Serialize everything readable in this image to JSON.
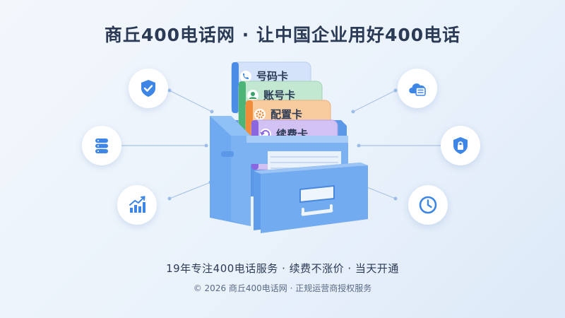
{
  "title": "商丘400电话网 · 让中国企业用好400电话",
  "cards": [
    {
      "label": "号码卡",
      "icon": "phone-icon"
    },
    {
      "label": "账号卡",
      "icon": "user-icon"
    },
    {
      "label": "配置卡",
      "icon": "gear-icon"
    },
    {
      "label": "续费卡",
      "icon": "refresh-icon"
    }
  ],
  "side_icons": {
    "left": [
      "shield-check-icon",
      "database-icon",
      "bar-chart-icon"
    ],
    "right": [
      "cloud-server-icon",
      "lock-shield-icon",
      "clock-icon"
    ]
  },
  "colors": {
    "accent": "#3d86e6",
    "cabinet": "#6aa6ef",
    "card_blue": "#cfe0f8",
    "card_green": "#bfe6cf",
    "card_orange": "#f8c99b",
    "card_purple": "#cdbdf1"
  },
  "footer": {
    "tagline": "19年专注400电话服务 · 续费不涨价 · 当天开通",
    "copyright": "© 2026 商丘400电话网 · 正规运营商授权服务"
  }
}
